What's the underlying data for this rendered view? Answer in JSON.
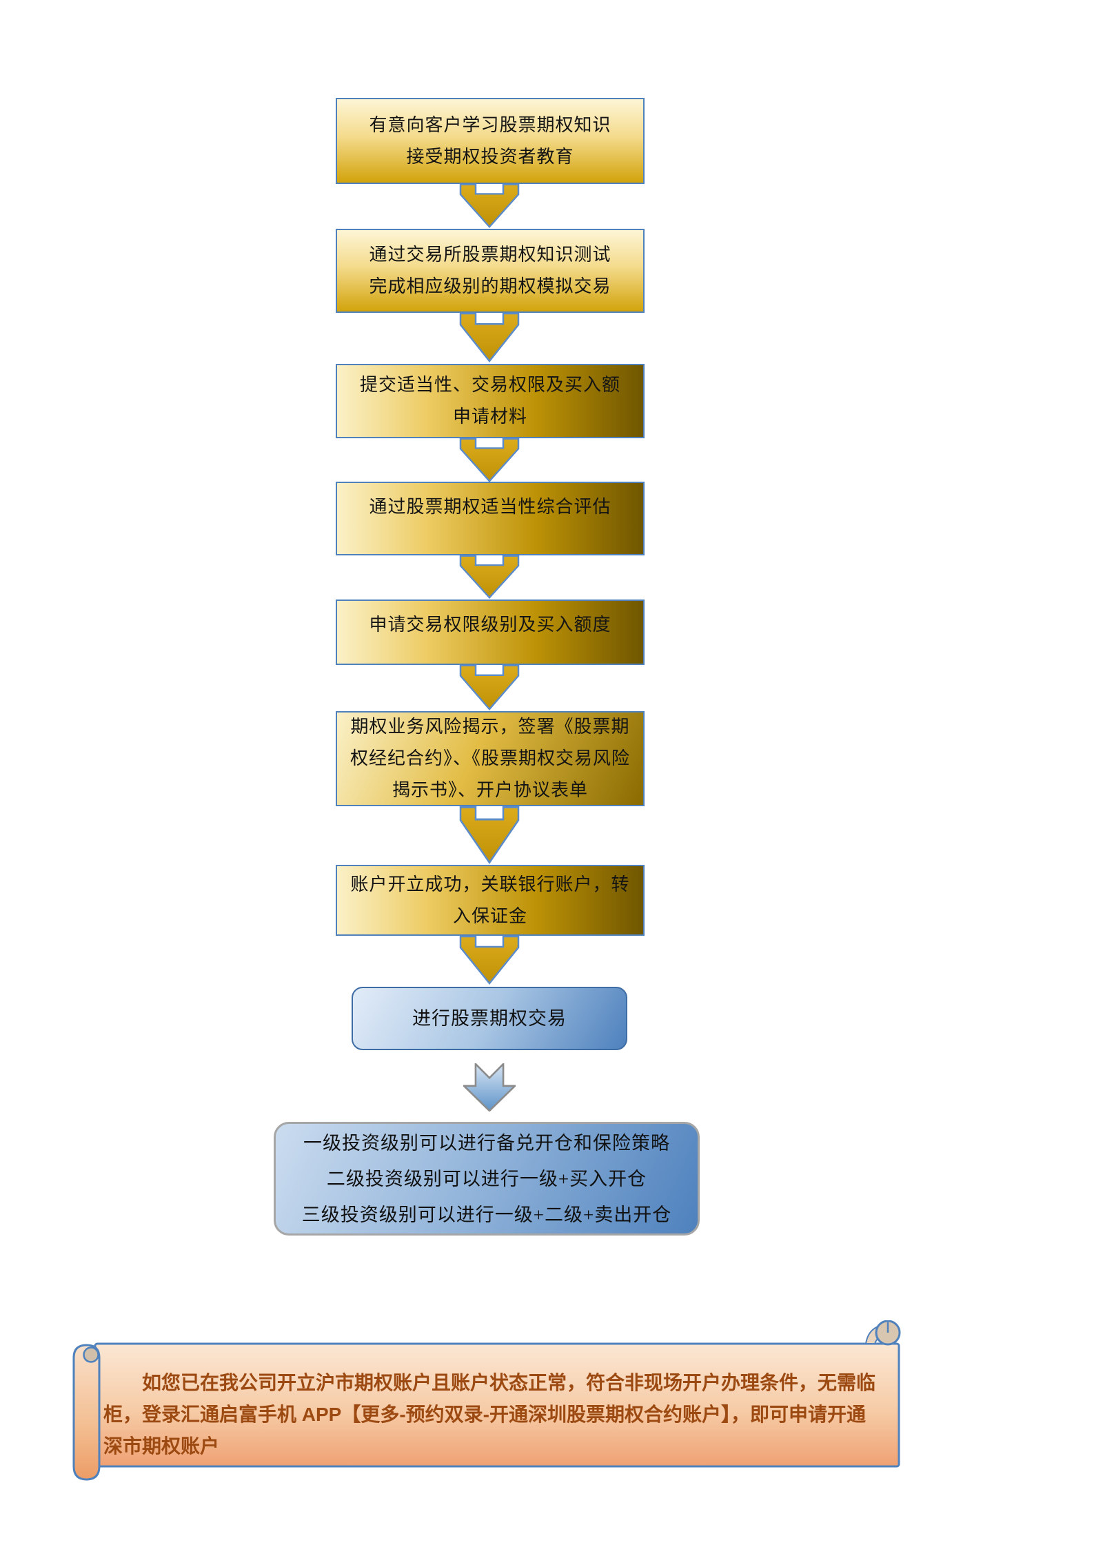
{
  "flow": {
    "steps": [
      {
        "text": "有意向客户学习股票期权知识\n接受期权投资者教育"
      },
      {
        "text": "通过交易所股票期权知识测试\n完成相应级别的期权模拟交易"
      },
      {
        "text": "提交适当性、交易权限及买入额\n申请材料"
      },
      {
        "text": "通过股票期权适当性综合评估"
      },
      {
        "text": "申请交易权限级别及买入额度"
      },
      {
        "text": "期权业务风险揭示，签署《股票期\n权经纪合约》、《股票期权交易风险\n揭示书》、开户协议表单"
      },
      {
        "text": "账户开立成功，关联银行账户，转\n入保证金"
      }
    ],
    "trade_box": {
      "text": "进行股票期权交易"
    },
    "levels_box": {
      "text": "一级投资级别可以进行备兑开仓和保险策略\n二级投资级别可以进行一级+买入开仓\n三级投资级别可以进行一级+二级+卖出开仓"
    }
  },
  "note": {
    "text": "如您已在我公司开立沪市期权账户且账户状态正常，符合非现场开户办理条件，无需临\n柜，登录汇通启富手机 APP【更多-预约双录-开通深圳股票期权合约账户】，即可申请开通\n深市期权账户"
  },
  "colors": {
    "box_border_blue": "#4F81BD",
    "gold_light": "#FBF1C8",
    "gold_dark": "#6F5600",
    "arrow_gold": "#CE9F0D",
    "blue_fill": "#4E81BD",
    "levels_border_gray": "#A6A6A6",
    "scroll_top": "#FBE7D4",
    "scroll_bottom": "#EFA173",
    "note_text": "#9D4A12"
  }
}
